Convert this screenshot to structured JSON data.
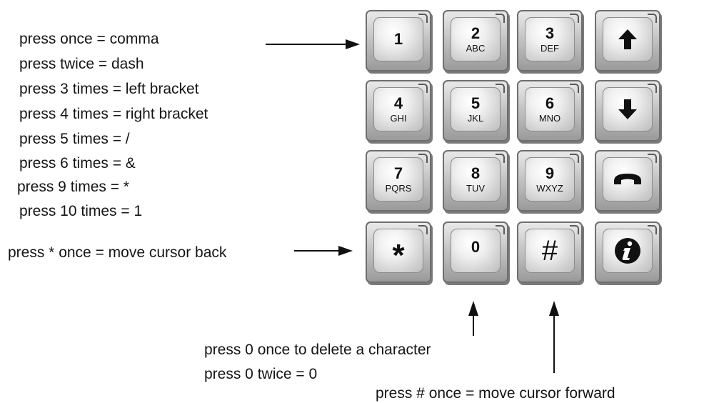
{
  "notes": {
    "key1": [
      "press once  =  comma",
      "press twice  =  dash",
      "press 3 times  =  left bracket",
      "press 4 times  =  right bracket",
      "press 5 times  =  /",
      "press 6 times  = &",
      "press 9 times = *",
      "press 10 times = 1"
    ],
    "star": "press * once  =  move cursor back",
    "zero": [
      "press 0 once to delete a character",
      "press 0 twice  =  0"
    ],
    "hash": "press # once  =  move cursor forward"
  },
  "keypad": {
    "rows": [
      [
        {
          "digit": "1",
          "letters": ""
        },
        {
          "digit": "2",
          "letters": "ABC"
        },
        {
          "digit": "3",
          "letters": "DEF"
        },
        {
          "icon": "up-arrow-icon"
        }
      ],
      [
        {
          "digit": "4",
          "letters": "GHI"
        },
        {
          "digit": "5",
          "letters": "JKL"
        },
        {
          "digit": "6",
          "letters": "MNO"
        },
        {
          "icon": "down-arrow-icon"
        }
      ],
      [
        {
          "digit": "7",
          "letters": "PQRS"
        },
        {
          "digit": "8",
          "letters": "TUV"
        },
        {
          "digit": "9",
          "letters": "WXYZ"
        },
        {
          "icon": "hang-up-phone-icon"
        }
      ],
      [
        {
          "symbol": "*"
        },
        {
          "digit": "0",
          "letters": ""
        },
        {
          "symbol": "#"
        },
        {
          "icon": "info-icon"
        }
      ]
    ]
  }
}
